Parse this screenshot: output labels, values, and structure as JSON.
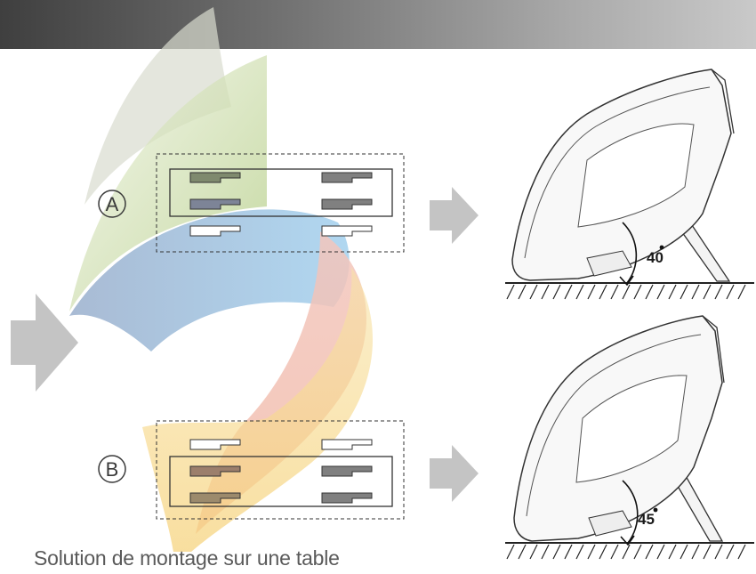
{
  "caption": "Solution de montage sur une table",
  "options": [
    {
      "label": "A",
      "angle": "40"
    },
    {
      "label": "B",
      "angle": "45"
    }
  ],
  "colors": {
    "header_dark": "#3f3f3f",
    "header_light": "#c9c9c9",
    "arrow": "#c4c4c4",
    "swoosh_green": "#b8d08c",
    "swoosh_blue": "#9ec6e6",
    "swoosh_red": "#f2b4a8",
    "swoosh_yellow": "#f7d98a"
  },
  "icons": [
    "large-arrow-icon",
    "small-arrow-icon",
    "phone-stand-icon",
    "angle-arc-icon"
  ]
}
